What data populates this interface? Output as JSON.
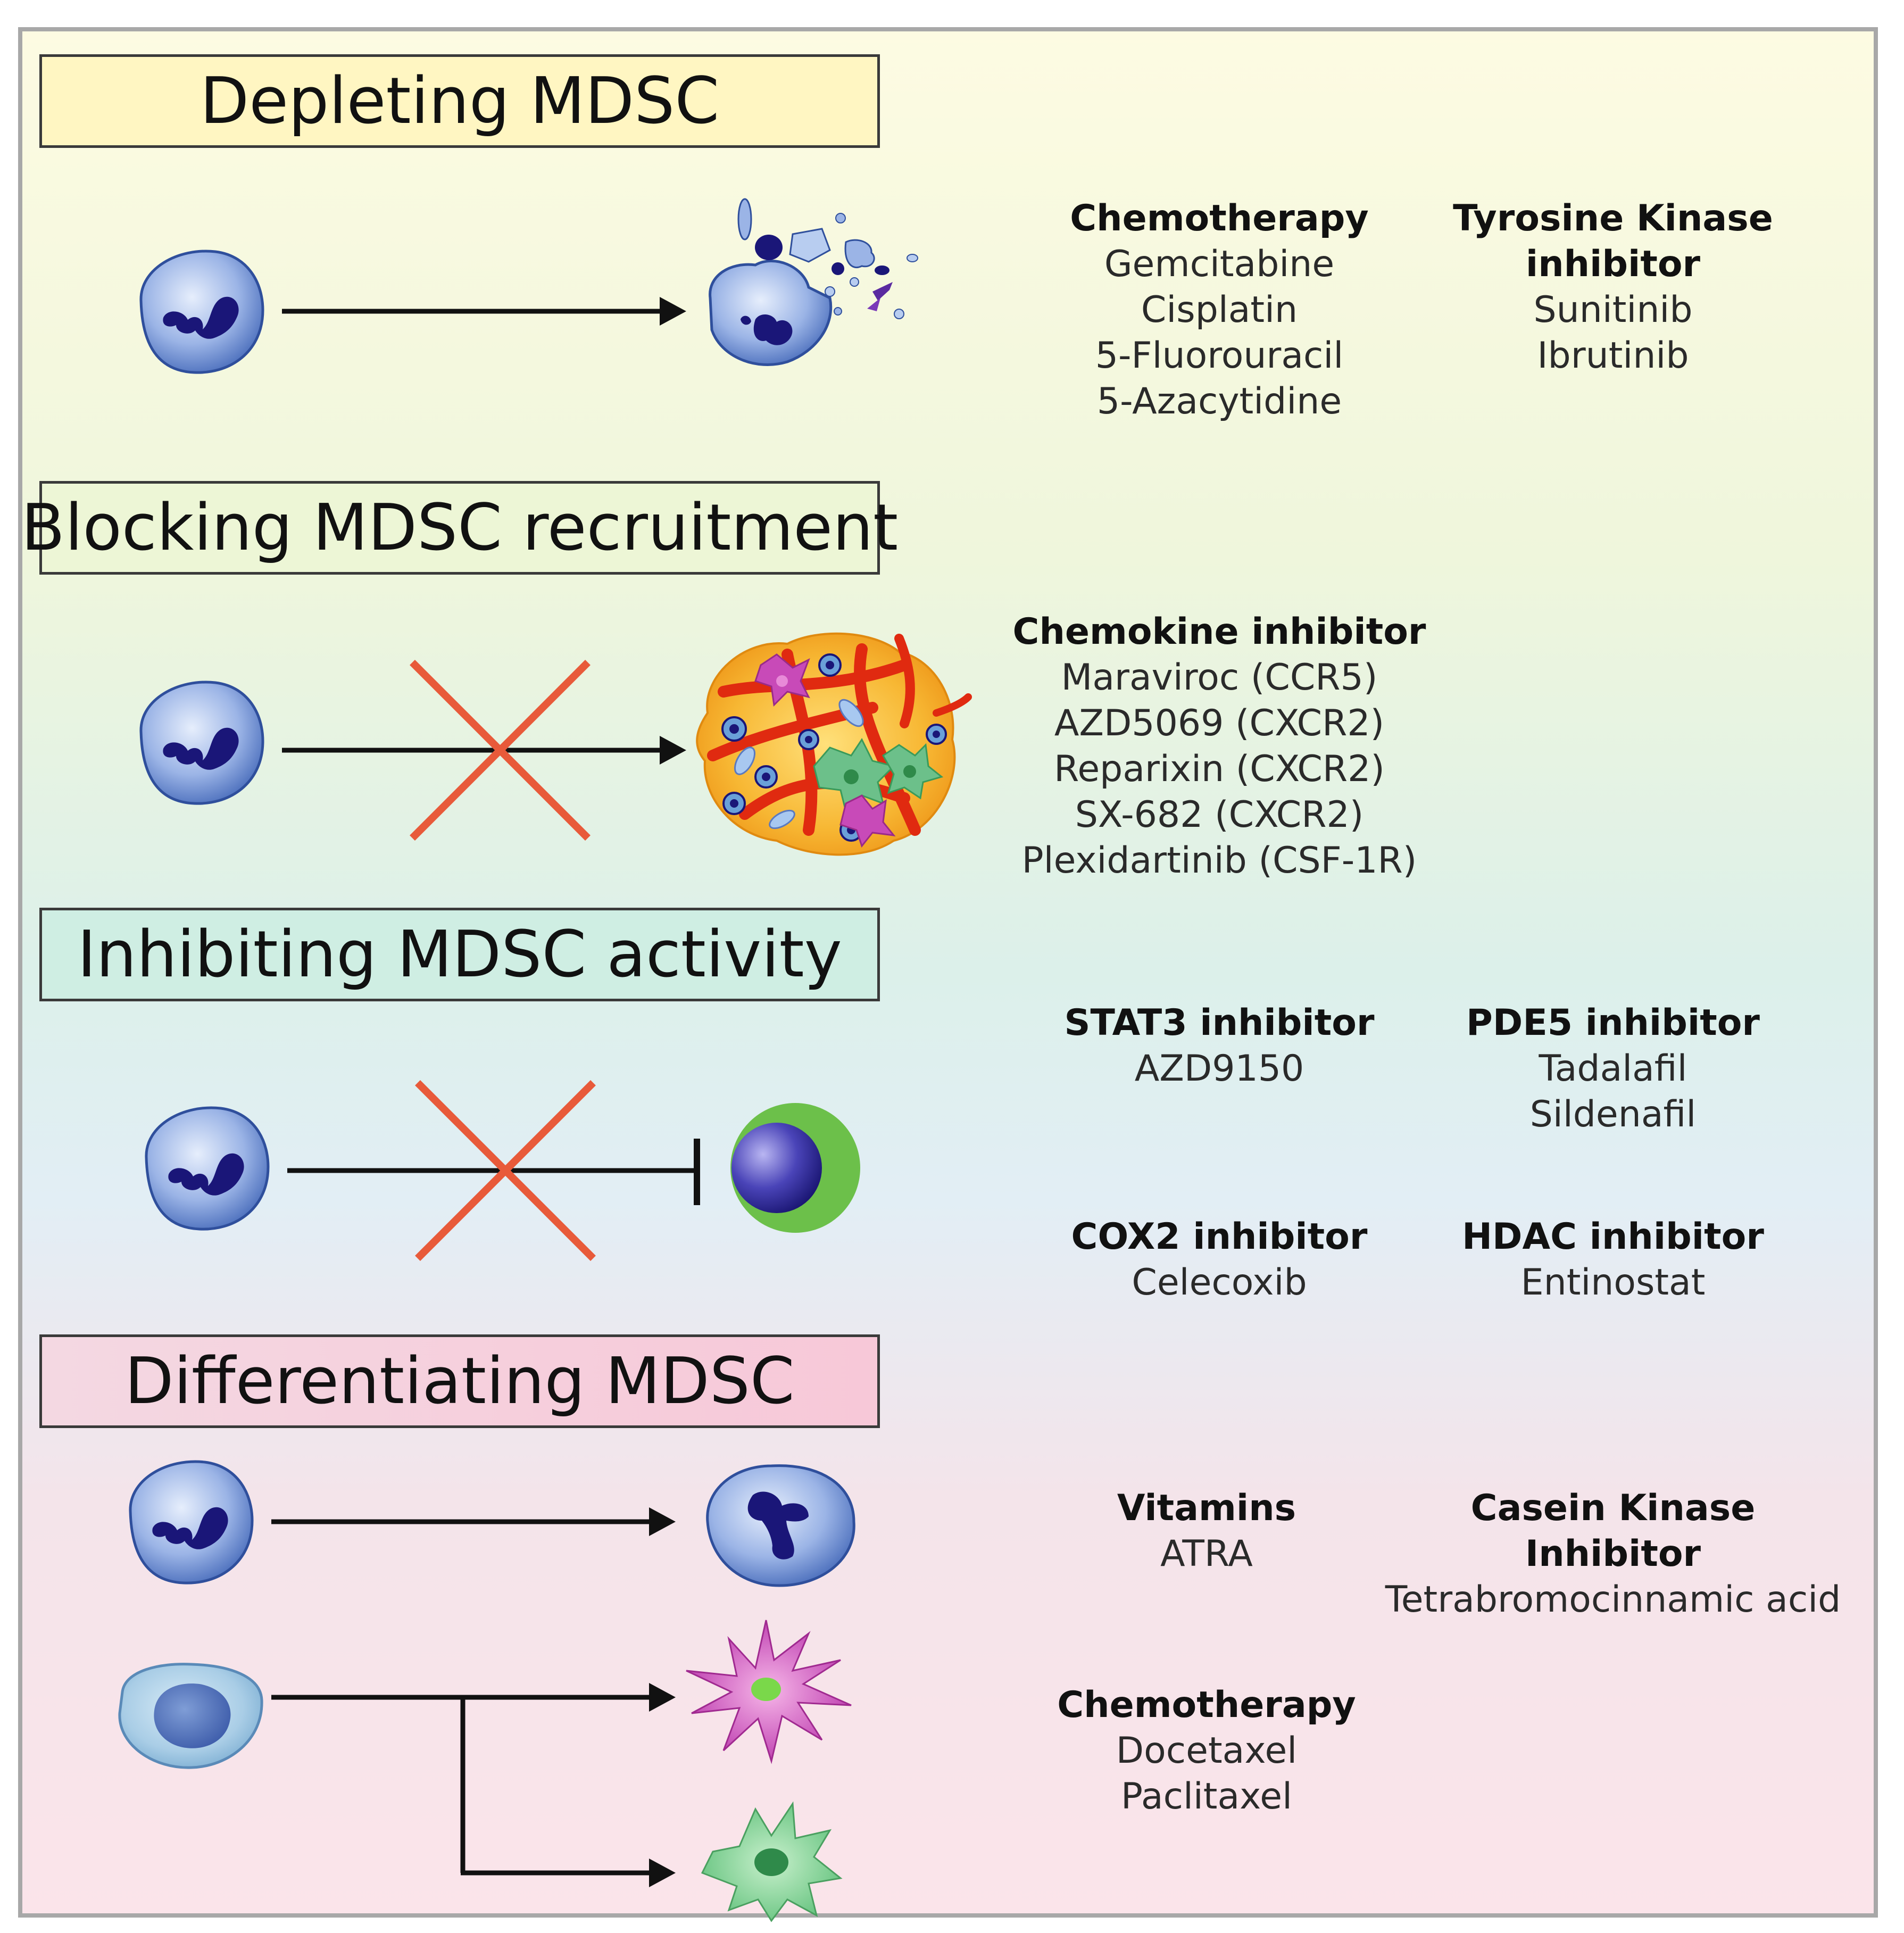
{
  "colors": {
    "frame": "#a8a8a8",
    "header_border": "#3a3a3a",
    "cell_blue": "#4a6fc0",
    "nucleus": "#1a1678",
    "cross_red": "#e85a3a",
    "t_cell_green": "#6cc04a",
    "bg_top": "#fdfbe2",
    "bg_mid": "#dff1ee",
    "bg_bottom": "#fbe4ea"
  },
  "sections": [
    {
      "title": "Depleting MDSC",
      "header_fill": "#fff6c2",
      "icons": [
        "mdsc-cell-icon",
        "arrow-icon",
        "fragmented-cell-icon"
      ],
      "groups": [
        {
          "title": "Chemotherapy",
          "items": [
            "Gemcitabine",
            "Cisplatin",
            "5-Fluorouracil",
            "5-Azacytidine"
          ]
        },
        {
          "title": "Tyrosine Kinase inhibitor",
          "title_lines": [
            "Tyrosine Kinase",
            "inhibitor"
          ],
          "items": [
            "Sunitinib",
            "Ibrutinib"
          ]
        }
      ]
    },
    {
      "title": "Blocking MDSC recruitment",
      "header_fill": "#edf6d6",
      "icons": [
        "mdsc-cell-icon",
        "blocked-arrow-icon",
        "tumor-mass-icon"
      ],
      "groups": [
        {
          "title": "Chemokine inhibitor",
          "items": [
            "Maraviroc (CCR5)",
            "AZD5069 (CXCR2)",
            "Reparixin (CXCR2)",
            "SX-682 (CXCR2)",
            "Plexidartinib (CSF-1R)"
          ]
        }
      ]
    },
    {
      "title": "Inhibiting MDSC activity",
      "header_fill": "#cfeee3",
      "icons": [
        "mdsc-cell-icon",
        "blocked-inhibition-icon",
        "t-cell-icon"
      ],
      "groups": [
        {
          "title": "STAT3 inhibitor",
          "items": [
            "AZD9150"
          ]
        },
        {
          "title": "PDE5 inhibitor",
          "items": [
            "Tadalafil",
            "Sildenafil"
          ]
        },
        {
          "title": "COX2 inhibitor",
          "items": [
            "Celecoxib"
          ]
        },
        {
          "title": "HDAC inhibitor",
          "items": [
            "Entinostat"
          ]
        }
      ]
    },
    {
      "title": "Differentiating MDSC",
      "header_fill": "#f7c8d8",
      "icons": [
        "mdsc-cell-icon",
        "arrow-icon",
        "mature-neutrophil-icon",
        "monocytic-mdsc-icon",
        "branch-arrow-icon",
        "dendritic-cell-icon",
        "macrophage-icon"
      ],
      "groups": [
        {
          "title": "Vitamins",
          "items": [
            "ATRA"
          ]
        },
        {
          "title": "Casein Kinase Inhibitor",
          "title_lines": [
            "Casein Kinase",
            "Inhibitor"
          ],
          "items": [
            "Tetrabromocinnamic acid"
          ]
        },
        {
          "title": "Chemotherapy",
          "items": [
            "Docetaxel",
            "Paclitaxel"
          ]
        }
      ]
    }
  ]
}
